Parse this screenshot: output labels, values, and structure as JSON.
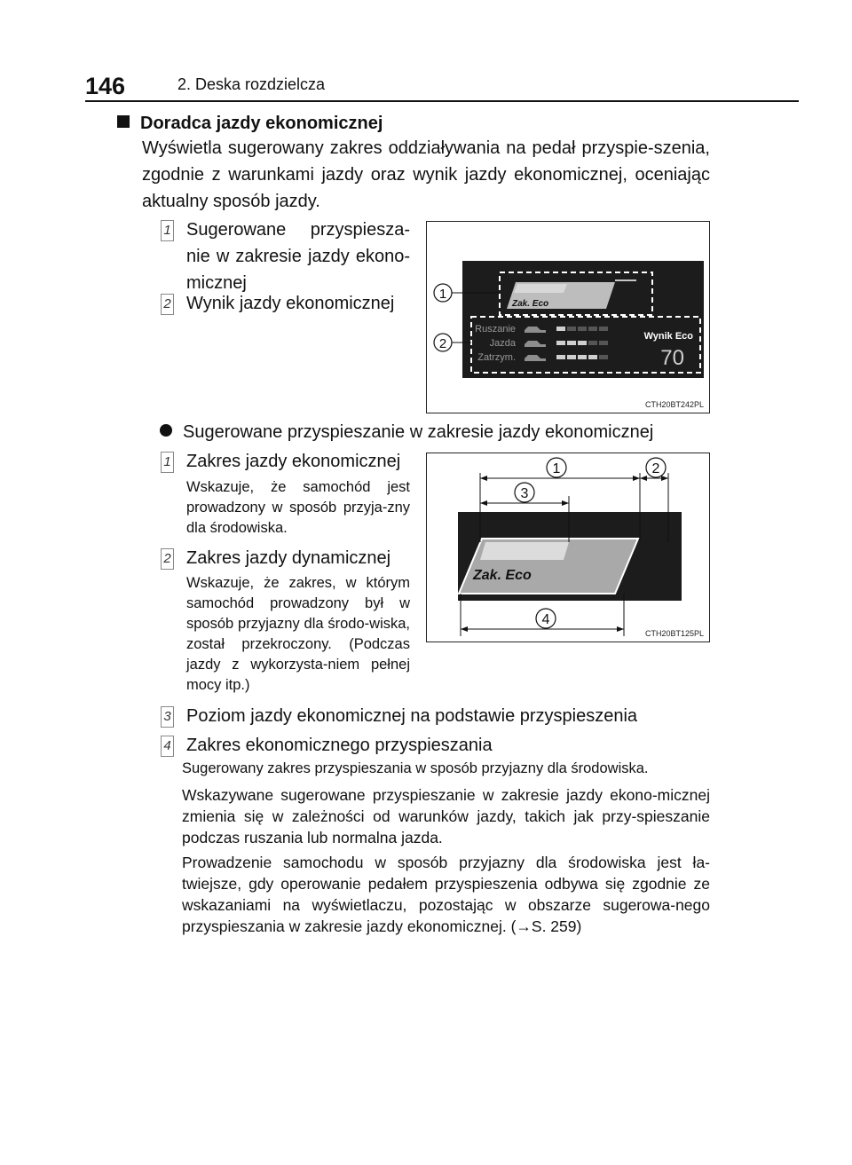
{
  "header": {
    "page_number": "146",
    "chapter": "2. Deska rozdzielcza"
  },
  "section": {
    "title": "Doradca jazdy ekonomicznej",
    "intro": "Wyświetla sugerowany zakres oddziaływania na pedał przyspie-szenia, zgodnie z warunkami jazdy oraz wynik jazdy ekonomicznej, oceniając aktualny sposób jazdy."
  },
  "figure1": {
    "items": [
      {
        "num": "1",
        "text": "Sugerowane przyspiesza-nie w zakresie jazdy ekono-micznej"
      },
      {
        "num": "2",
        "text": "Wynik jazdy ekonomicznej"
      }
    ],
    "callouts": [
      "1",
      "2"
    ],
    "display": {
      "zak_eco": "Zak. Eco",
      "rows": [
        "Ruszanie",
        "Jazda",
        "Zatrzym."
      ],
      "wynik_label": "Wynik Eco",
      "wynik_value": "70"
    },
    "code": "CTH20BT242PL"
  },
  "bullet": {
    "text": "Sugerowane przyspieszanie w zakresie jazdy ekonomicznej"
  },
  "figure2": {
    "items": [
      {
        "num": "1",
        "title": "Zakres jazdy ekonomicznej",
        "desc": "Wskazuje, że samochód jest prowadzony w sposób przyja-zny dla środowiska."
      },
      {
        "num": "2",
        "title": "Zakres jazdy dynamicznej",
        "desc": "Wskazuje, że zakres, w którym samochód prowadzony był w sposób przyjazny dla środo-wiska, został przekroczony. (Podczas jazdy z wykorzysta-niem pełnej mocy itp.)"
      }
    ],
    "callouts": [
      "1",
      "2",
      "3",
      "4"
    ],
    "zak_eco": "Zak. Eco",
    "code": "CTH20BT125PL"
  },
  "more_items": [
    {
      "num": "3",
      "title": "Poziom jazdy ekonomicznej na podstawie przyspieszenia"
    },
    {
      "num": "4",
      "title": "Zakres ekonomicznego przyspieszania",
      "desc": "Sugerowany zakres przyspieszania w sposób przyjazny dla środowiska."
    }
  ],
  "paragraphs": [
    "Wskazywane sugerowane przyspieszanie w zakresie jazdy ekono-micznej zmienia się w zależności od warunków jazdy, takich jak przy-spieszanie podczas ruszania lub normalna jazda.",
    "Prowadzenie samochodu w sposób przyjazny dla środowiska jest ła-twiejsze, gdy operowanie pedałem przyspieszenia odbywa się zgodnie ze wskazaniami na wyświetlaczu, pozostając w obszarze sugerowa-nego przyspieszania w zakresie jazdy ekonomicznej. (→S. 259)"
  ]
}
